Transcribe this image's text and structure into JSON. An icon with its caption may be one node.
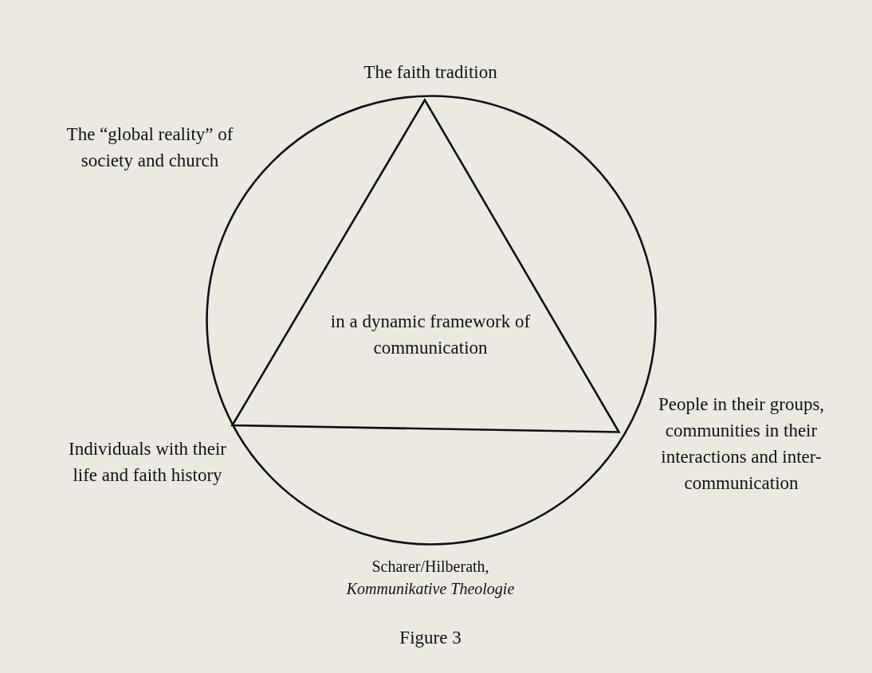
{
  "diagram": {
    "caption": "Figure 3",
    "nodes": [
      {
        "text": [
          "The “global reality” of society and church"
        ]
      },
      {
        "text": [
          "in a dynamic framework of communication"
        ],
        "in": 0
      }
    ],
    "labels": [
      "The faith tradition",
      "Individuals with their life and faith history",
      "People in their groups, communities in their interactions and inter-communication",
      "Scharer/Hilberath, *Kommunikative Theologie*"
    ]
  }
}
